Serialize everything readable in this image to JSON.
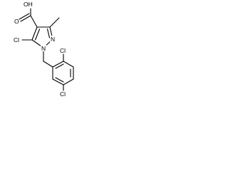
{
  "atoms": {
    "carboxylic_acid_oh": "OH",
    "carboxyl_oxygen": "O",
    "chlorine_ring_c5": "Cl",
    "pyrazole_n1": "N",
    "pyrazole_n2": "N",
    "chlorine_ortho": "Cl",
    "chlorine_para": "Cl"
  }
}
